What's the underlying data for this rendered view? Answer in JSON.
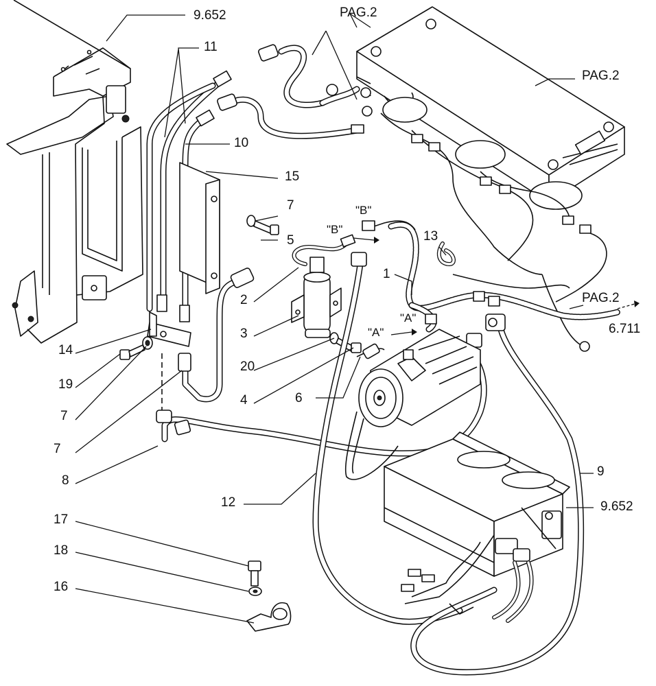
{
  "diagram": {
    "callouts": [
      {
        "id": "c-9652-top",
        "text": "9.652"
      },
      {
        "id": "c-11",
        "text": "11"
      },
      {
        "id": "c-pag2-top",
        "text": "PAG.2"
      },
      {
        "id": "c-pag2-right",
        "text": "PAG.2"
      },
      {
        "id": "c-10",
        "text": "10"
      },
      {
        "id": "c-15",
        "text": "15"
      },
      {
        "id": "c-7a",
        "text": "7"
      },
      {
        "id": "c-b1",
        "text": "\"B\""
      },
      {
        "id": "c-b2",
        "text": "\"B\""
      },
      {
        "id": "c-5",
        "text": "5"
      },
      {
        "id": "c-13",
        "text": "13"
      },
      {
        "id": "c-1",
        "text": "1"
      },
      {
        "id": "c-2",
        "text": "2"
      },
      {
        "id": "c-pag2-mid",
        "text": "PAG.2"
      },
      {
        "id": "c-6711",
        "text": "6.711"
      },
      {
        "id": "c-a1",
        "text": "\"A\""
      },
      {
        "id": "c-a2",
        "text": "\"A\""
      },
      {
        "id": "c-3",
        "text": "3"
      },
      {
        "id": "c-14",
        "text": "14"
      },
      {
        "id": "c-7b",
        "text": "7"
      },
      {
        "id": "c-19",
        "text": "19"
      },
      {
        "id": "c-4",
        "text": "4"
      },
      {
        "id": "c-6",
        "text": "6"
      },
      {
        "id": "c-7c",
        "text": "7"
      },
      {
        "id": "c-20",
        "text": "20"
      },
      {
        "id": "c-8",
        "text": "8"
      },
      {
        "id": "c-9",
        "text": "9"
      },
      {
        "id": "c-12",
        "text": "12"
      },
      {
        "id": "c-9652-right",
        "text": "9.652"
      },
      {
        "id": "c-17",
        "text": "17"
      },
      {
        "id": "c-18",
        "text": "18"
      },
      {
        "id": "c-16",
        "text": "16"
      }
    ]
  }
}
